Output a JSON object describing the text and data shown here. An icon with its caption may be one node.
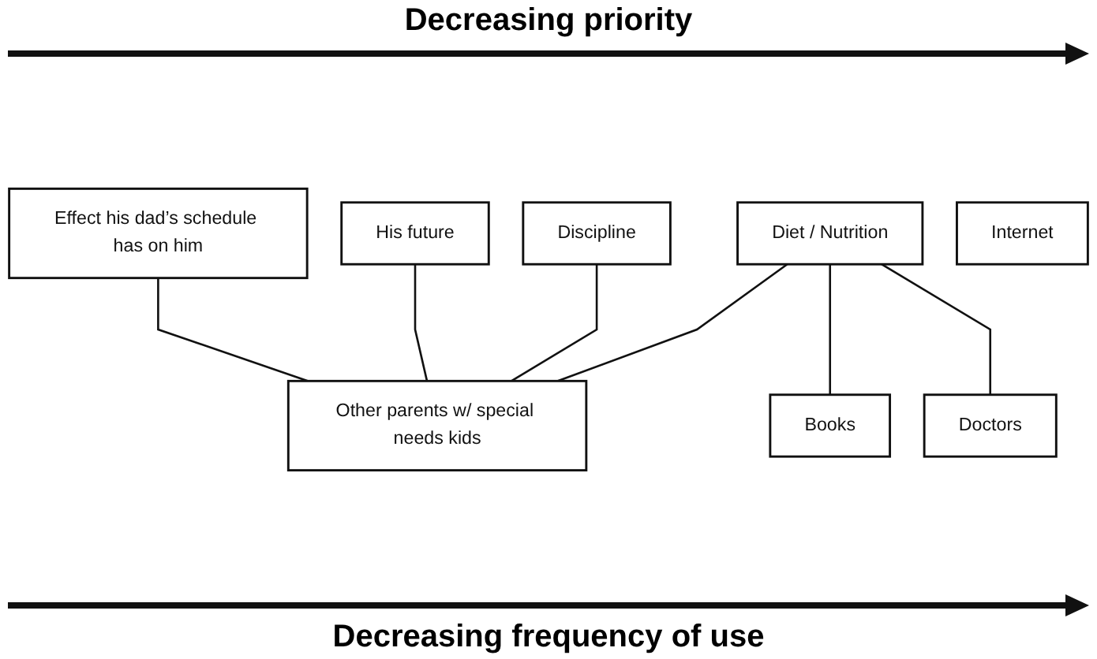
{
  "diagram": {
    "nodes": [
      {
        "text": [
          "Effect his dad’s schedule has on him"
        ]
      },
      {
        "text": [
          "Diet / Nutrition"
        ]
      },
      {
        "text": [
          "His future"
        ]
      },
      {
        "text": [
          "Discipline"
        ]
      },
      {
        "text": [
          "Other parents w/ special needs kids"
        ]
      },
      {
        "text": [
          "Books"
        ]
      },
      {
        "text": [
          "Doctors"
        ]
      },
      {
        "text": [
          "Internet"
        ]
      }
    ],
    "edges": [
      {
        "from": 0,
        "to": 4,
        "arrow": "none"
      },
      {
        "from": 1,
        "to": 4,
        "arrow": "none"
      },
      {
        "from": 1,
        "to": 5,
        "arrow": "none"
      },
      {
        "from": 1,
        "to": 6,
        "arrow": "none"
      },
      {
        "from": 2,
        "to": 4,
        "arrow": "none"
      },
      {
        "from": 3,
        "to": 4,
        "arrow": "none"
      }
    ],
    "labels": [
      "Decreasing priority",
      "Decreasing frequency of use"
    ]
  }
}
